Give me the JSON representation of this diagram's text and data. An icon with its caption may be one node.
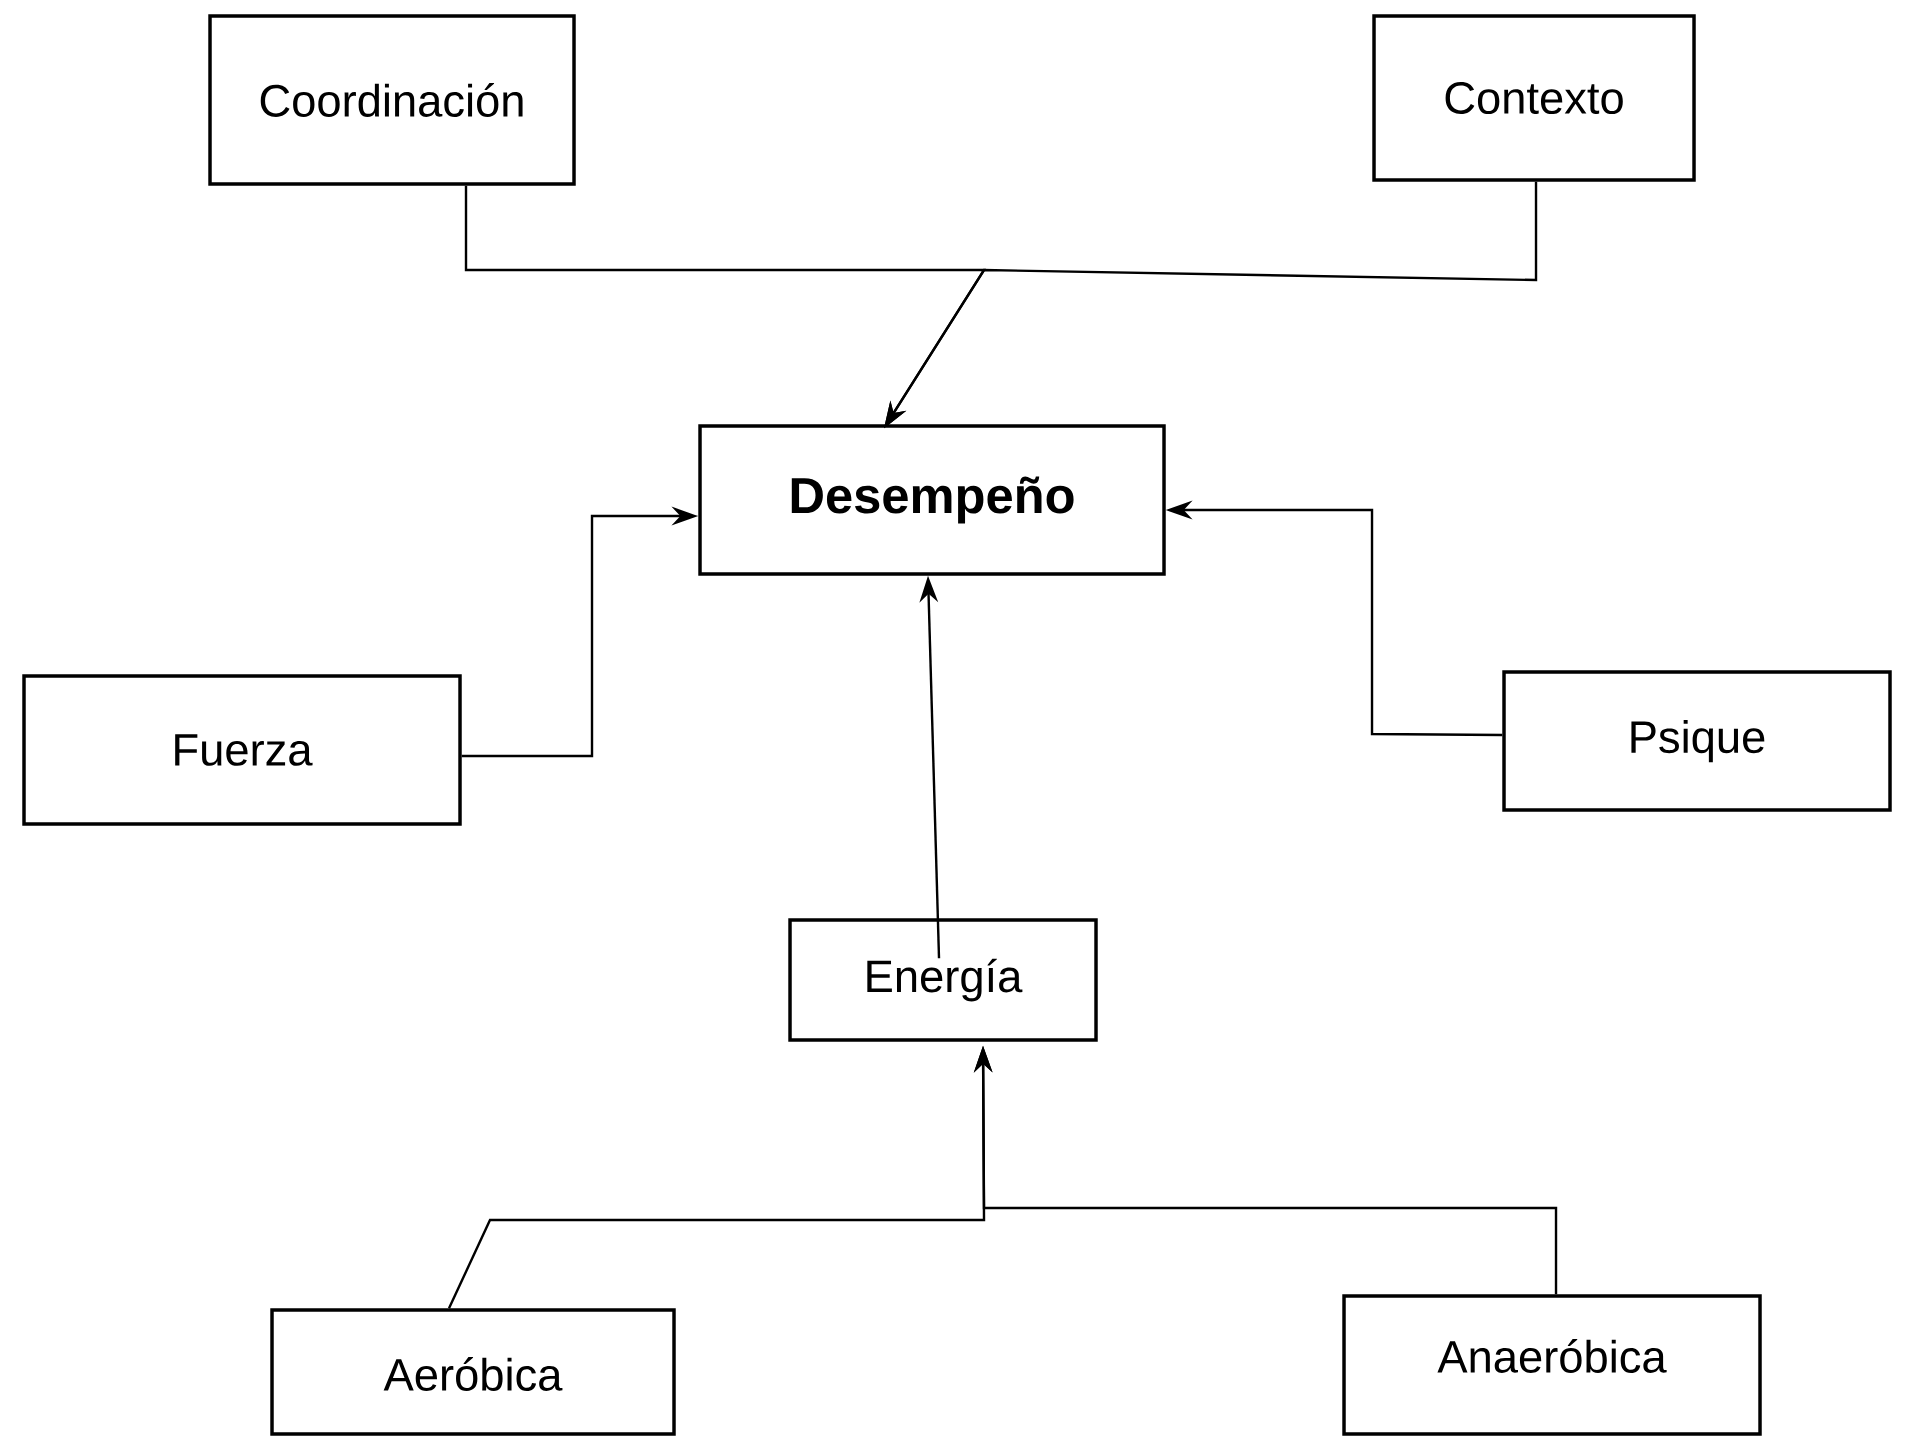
{
  "diagram": {
    "nodes": [
      {
        "text": [
          "Coordinación"
        ]
      },
      {
        "text": [
          "Contexto"
        ]
      },
      {
        "text": [
          "**Desempeño**"
        ]
      },
      {
        "text": [
          "Fuerza"
        ]
      },
      {
        "text": [
          "Psique"
        ]
      },
      {
        "text": [
          "Energía"
        ]
      },
      {
        "text": [
          "Aeróbica"
        ]
      },
      {
        "text": [
          "Anaeróbica"
        ]
      }
    ],
    "edges": [
      {
        "from": 0,
        "to": 2,
        "arrow": "to"
      },
      {
        "from": 1,
        "to": 2,
        "arrow": "to"
      },
      {
        "from": 3,
        "to": 2,
        "arrow": "to"
      },
      {
        "from": 4,
        "to": 2,
        "arrow": "to"
      },
      {
        "from": 5,
        "to": 2,
        "arrow": "to"
      },
      {
        "from": 6,
        "to": 5,
        "arrow": "to"
      },
      {
        "from": 7,
        "to": 5,
        "arrow": "to"
      }
    ]
  }
}
